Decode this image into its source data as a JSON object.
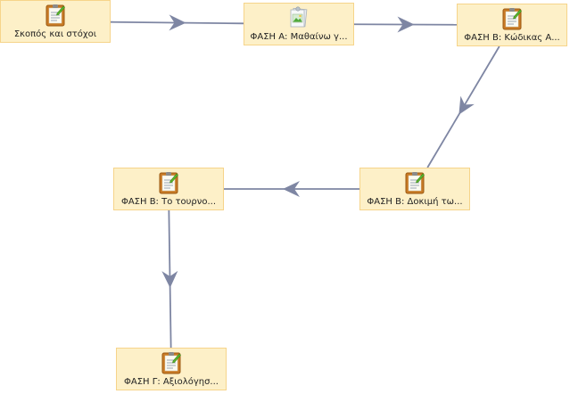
{
  "diagram": {
    "line_color": "#7e86a3",
    "node_fill": "#fdf0c8",
    "node_border": "#f6d48a",
    "nodes": [
      {
        "id": "n1",
        "label": "Σκοπός και στόχοι",
        "icon": "notepad-icon"
      },
      {
        "id": "n2",
        "label": "ΦΑΣΗ Α: Μαθαίνω γ...",
        "icon": "image-document-icon"
      },
      {
        "id": "n3",
        "label": "ΦΑΣΗ Β: Κώδικας Α...",
        "icon": "notepad-icon"
      },
      {
        "id": "n4",
        "label": "ΦΑΣΗ Β: Δοκιμή τω...",
        "icon": "notepad-icon"
      },
      {
        "id": "n5",
        "label": "ΦΑΣΗ Β: Το τουρνο...",
        "icon": "notepad-icon"
      },
      {
        "id": "n6",
        "label": "ΦΑΣΗ Γ: Αξιολόγησ...",
        "icon": "notepad-icon"
      }
    ],
    "edges": [
      {
        "from": "n1",
        "to": "n2"
      },
      {
        "from": "n2",
        "to": "n3"
      },
      {
        "from": "n3",
        "to": "n4"
      },
      {
        "from": "n4",
        "to": "n5"
      },
      {
        "from": "n5",
        "to": "n6"
      }
    ]
  }
}
